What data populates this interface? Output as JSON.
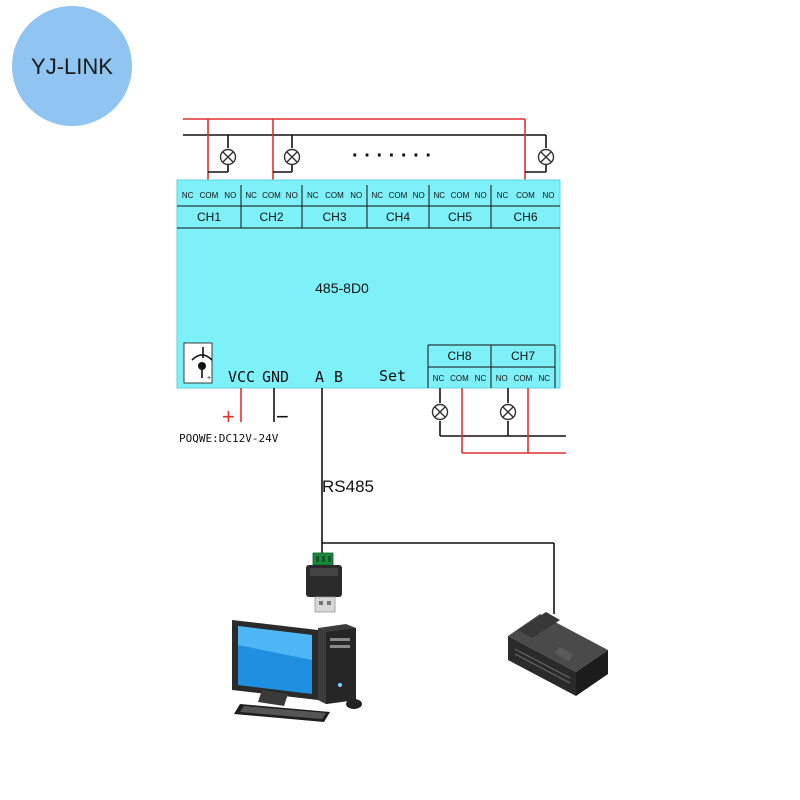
{
  "logo": {
    "text": "YJ-LINK",
    "bg": "#8fc5f0"
  },
  "module": {
    "model": "485-8D0",
    "body_color": "#7ef0f8",
    "top_channels": [
      {
        "name": "CH1",
        "terminals": [
          "NC",
          "COM",
          "NO"
        ]
      },
      {
        "name": "CH2",
        "terminals": [
          "NC",
          "COM",
          "NO"
        ]
      },
      {
        "name": "CH3",
        "terminals": [
          "NC",
          "COM",
          "NO"
        ]
      },
      {
        "name": "CH4",
        "terminals": [
          "NC",
          "COM",
          "NO"
        ]
      },
      {
        "name": "CH5",
        "terminals": [
          "NC",
          "COM",
          "NO"
        ]
      },
      {
        "name": "CH6",
        "terminals": [
          "NC",
          "COM",
          "NO"
        ]
      }
    ],
    "bottom_channels": [
      {
        "name": "CH8",
        "terminals": [
          "NC",
          "COM",
          "NC"
        ]
      },
      {
        "name": "CH7",
        "terminals": [
          "NO",
          "COM",
          "NC"
        ]
      }
    ],
    "labels": {
      "vcc": "VCC",
      "gnd": "GND",
      "a": "A",
      "b": "B",
      "set": "Set"
    },
    "power_icon": "dc-jack-icon"
  },
  "power": {
    "plus": "+",
    "minus": "−",
    "caption": "POQWE:DC12V-24V"
  },
  "bus": {
    "label": "RS485"
  },
  "ellipsis": "· · · · · · ·",
  "colors": {
    "wire_red": "#e03030",
    "wire_black": "#111111",
    "lamp_stroke": "#333333"
  },
  "icons": [
    "lamp-icon",
    "usb-rs485-converter-icon",
    "desktop-computer-icon",
    "plc-controller-icon"
  ]
}
